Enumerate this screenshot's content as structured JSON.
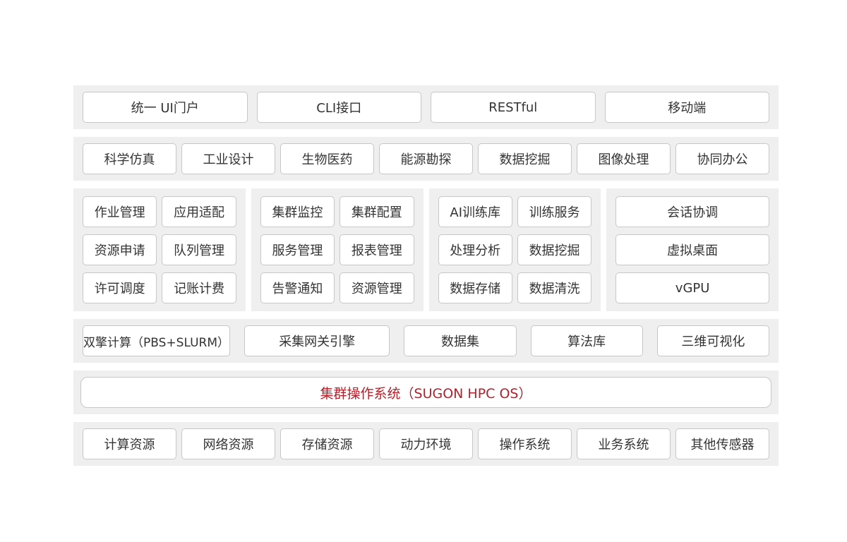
{
  "layers": {
    "access": [
      "统一 UI门户",
      "CLI接口",
      "RESTful",
      "移动端"
    ],
    "applications": [
      "科学仿真",
      "工业设计",
      "生物医药",
      "能源勘探",
      "数据挖掘",
      "图像处理",
      "协同办公"
    ],
    "services": {
      "group_1": [
        "作业管理",
        "应用适配",
        "资源申请",
        "队列管理",
        "许可调度",
        "记账计费"
      ],
      "group_2": [
        "集群监控",
        "集群配置",
        "服务管理",
        "报表管理",
        "告警通知",
        "资源管理"
      ],
      "group_3": [
        "AI训练库",
        "训练服务",
        "处理分析",
        "数据挖掘",
        "数据存储",
        "数据清洗"
      ],
      "group_4": [
        "会话协调",
        "虚拟桌面",
        "vGPU"
      ]
    },
    "engines": [
      "双擎计算（PBS+SLURM）",
      "采集网关引擎",
      "数据集",
      "算法库",
      "三维可视化"
    ],
    "os": "集群操作系统（SUGON HPC OS）",
    "resources": [
      "计算资源",
      "网络资源",
      "存储资源",
      "动力环境",
      "操作系统",
      "业务系统",
      "其他传感器"
    ]
  },
  "colors": {
    "band_background": "#efefef",
    "box_border": "#c7c7c7",
    "os_text": "#b3212b"
  }
}
